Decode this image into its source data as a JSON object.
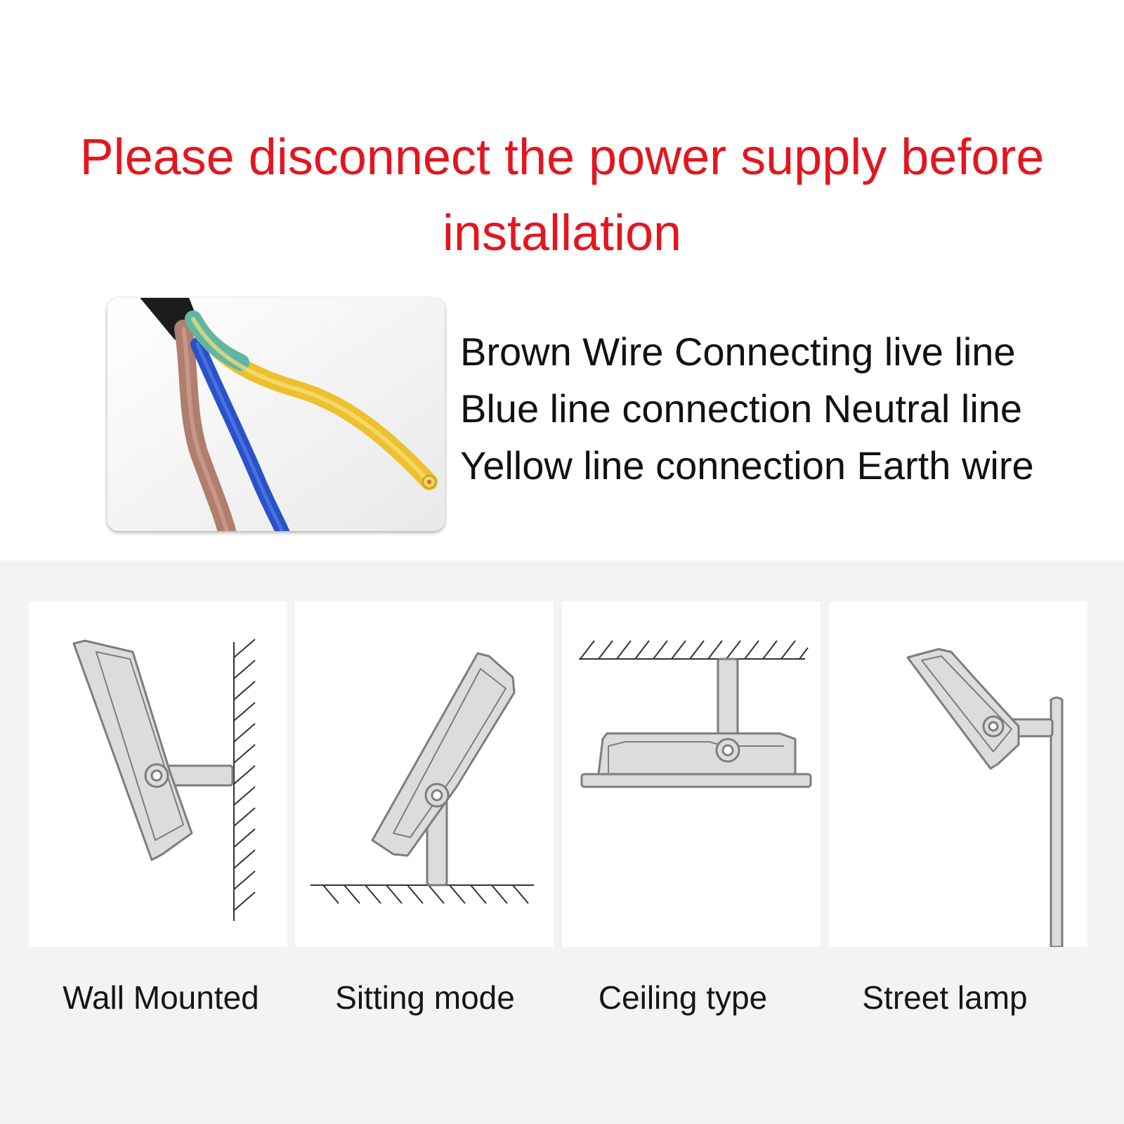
{
  "warning": {
    "line1": "Please disconnect the power supply before",
    "line2": "installation"
  },
  "wiring": {
    "lines": [
      "Brown Wire Connecting live line",
      "Blue line connection Neutral  line",
      "Yellow line connection Earth wire"
    ],
    "wire_colors": {
      "brown": "#b07e6e",
      "blue": "#2a52c8",
      "yellow": "#ecc12e",
      "green": "#5fb7a2",
      "sheath": "#1c1c1c"
    }
  },
  "mounting": {
    "modes": [
      {
        "label": "Wall Mounted",
        "icon": "wall-mount-icon"
      },
      {
        "label": "Sitting mode",
        "icon": "floor-mount-icon"
      },
      {
        "label": "Ceiling type",
        "icon": "ceiling-mount-icon"
      },
      {
        "label": "Street lamp",
        "icon": "pole-mount-icon"
      }
    ]
  },
  "colors": {
    "warning_text": "#e3161f",
    "fixture_fill": "#dcdcdc",
    "fixture_stroke": "#7d7d7d",
    "hatch": "#333333",
    "section_bg": "#f3f3f3"
  }
}
